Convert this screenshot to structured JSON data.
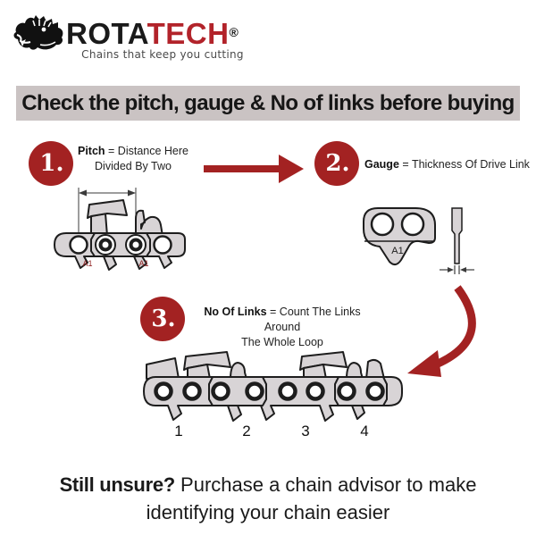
{
  "logo": {
    "icon": "boar-icon",
    "brand_black": "ROTA",
    "brand_red": "TECH",
    "registered": "®",
    "tagline": "Chains that keep you cutting"
  },
  "banner": {
    "text": "Check the pitch, gauge & No of links before buying"
  },
  "steps": [
    {
      "number": "1.",
      "term": "Pitch",
      "def1": "= Distance Here",
      "def2": "Divided By Two"
    },
    {
      "number": "2.",
      "term": "Gauge",
      "def1": "= Thickness Of Drive Link"
    },
    {
      "number": "3.",
      "term": "No Of Links",
      "def1": "= Count The Links Around",
      "def2": "The Whole Loop"
    }
  ],
  "diagram_labels": {
    "link_stamp": "A1",
    "loop_counts": [
      "1",
      "2",
      "3",
      "4"
    ]
  },
  "footer": {
    "lead": "Still unsure?",
    "rest": "Purchase a chain advisor to make",
    "line2": "identifying your chain easier"
  },
  "colors": {
    "accent_red": "#a32222",
    "brand_red": "#b2232a",
    "banner_gray": "#cac3c3",
    "chain_fill": "#d8d4d6",
    "outline_dark": "#1d1d1d",
    "stamp_red": "#8e1c1c",
    "tagline_gray": "#4a4a4a"
  }
}
